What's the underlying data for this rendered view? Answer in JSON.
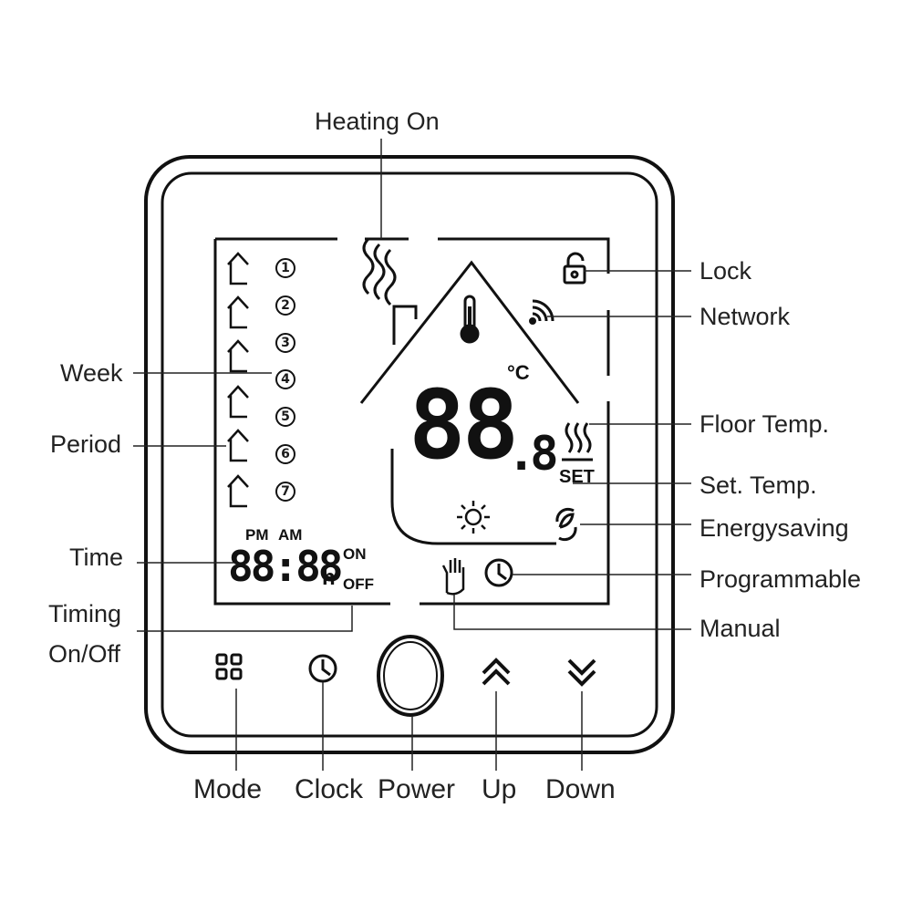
{
  "labels": {
    "heating_on": "Heating On",
    "lock": "Lock",
    "network": "Network",
    "week": "Week",
    "period": "Period",
    "floor_temp": "Floor Temp.",
    "set_temp": "Set. Temp.",
    "energysaving": "Energysaving",
    "time": "Time",
    "programmable": "Programmable",
    "timing_line1": "Timing",
    "timing_line2": "On/Off",
    "manual": "Manual"
  },
  "buttons": {
    "mode": "Mode",
    "clock": "Clock",
    "power": "Power",
    "up": "Up",
    "down": "Down"
  },
  "lcd": {
    "pm": "PM",
    "am": "AM",
    "on": "ON",
    "off": "OFF",
    "hour_unit": "h",
    "set": "SET",
    "celsius": "°C",
    "time_digits": "88:88",
    "temp_digits": "88",
    "temp_decimal": ".8",
    "days": [
      "1",
      "2",
      "3",
      "4",
      "5",
      "6",
      "7"
    ]
  },
  "icons": {
    "heating": "heating-waves-icon",
    "lock": "padlock-icon",
    "network": "wifi-signal-icon",
    "thermometer": "thermometer-icon",
    "sun": "sun-icon",
    "floor": "floor-heat-icon",
    "energy": "leaf-cycle-icon",
    "manual": "hand-icon",
    "program": "clock-icon",
    "mode": "four-squares-icon",
    "up": "double-chevron-up-icon",
    "down": "double-chevron-down-icon"
  },
  "colors": {
    "line": "#1a1a1a",
    "background": "#ffffff"
  }
}
